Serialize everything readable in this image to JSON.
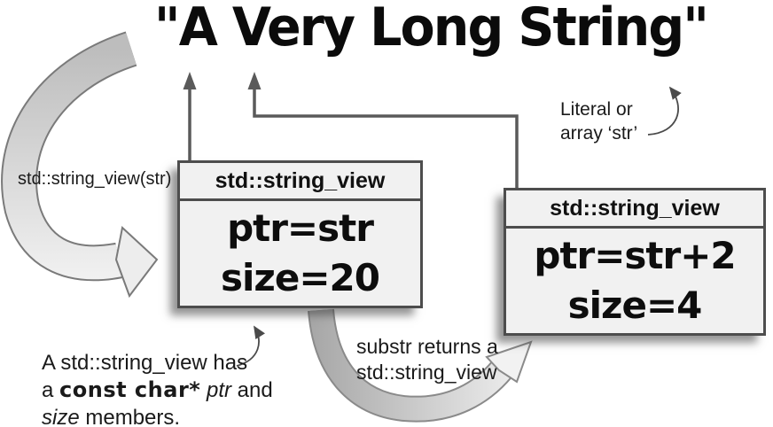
{
  "title": "\"A Very Long String\"",
  "boxes": [
    {
      "header": "std::string_view",
      "line1": "ptr=str",
      "line2": "size=20"
    },
    {
      "header": "std::string_view",
      "line1": "ptr=str+2",
      "line2": "size=4"
    }
  ],
  "labels": {
    "ctor": "std::string_view(str)",
    "literal_line1": "Literal or",
    "literal_line2": "array ‘str’",
    "members_line1": "A std::string_view has",
    "members_line2_pre": "a ",
    "members_line2_bold": "const char*",
    "members_line2_mid": " ",
    "members_line2_italic": "ptr",
    "members_line2_post": " and",
    "members_line3_italic": "size",
    "members_line3_post": " members.",
    "substr_line1": "substr returns a",
    "substr_line2": "std::string_view"
  },
  "colors": {
    "background": "#ffffff",
    "box_fill": "#f1f1f1",
    "box_border": "#4d4d4d",
    "line_arrow": "#5a5a5a",
    "band_dark": "#bdbdbd",
    "band_light": "#f2f2f2",
    "band_outline": "#7a7a7a",
    "text": "#111111"
  }
}
